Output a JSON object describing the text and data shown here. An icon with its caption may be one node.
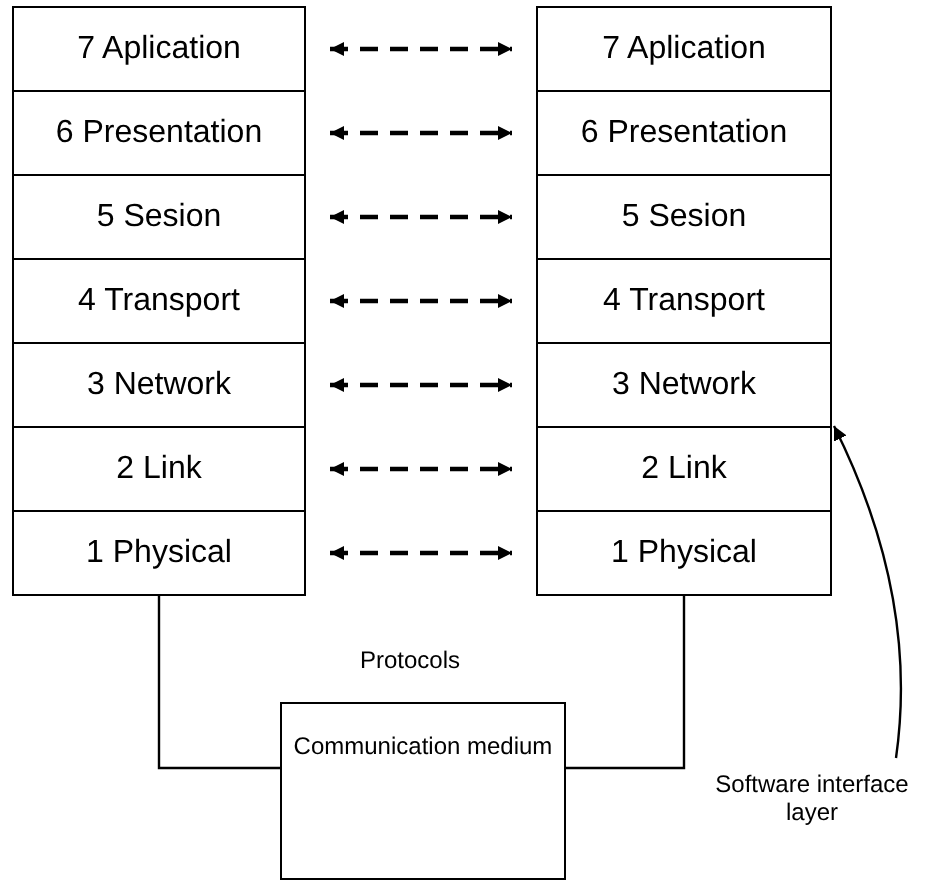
{
  "diagram": {
    "nodes": [
      {
        "text": [
          "7 Aplication"
        ]
      },
      {
        "text": [
          "6 Presentation"
        ]
      },
      {
        "text": [
          "5 Sesion"
        ]
      },
      {
        "text": [
          "4 Transport"
        ]
      },
      {
        "text": [
          "3 Network"
        ]
      },
      {
        "text": [
          "2 Link"
        ]
      },
      {
        "text": [
          "1 Physical"
        ]
      },
      {
        "text": [
          "7 Aplication"
        ]
      },
      {
        "text": [
          "6 Presentation"
        ]
      },
      {
        "text": [
          "5 Sesion"
        ]
      },
      {
        "text": [
          "4 Transport"
        ]
      },
      {
        "text": [
          "3 Network"
        ]
      },
      {
        "text": [
          "2 Link"
        ]
      },
      {
        "text": [
          "1 Physical"
        ]
      },
      {
        "text": [
          "Communication medium"
        ]
      },
      {
        "text": [
          "Software interface layer"
        ]
      }
    ],
    "edges": [
      {
        "from": 0,
        "to": 7,
        "arrow": "both",
        "style": "dashed"
      },
      {
        "from": 1,
        "to": 8,
        "arrow": "both",
        "style": "dashed"
      },
      {
        "from": 2,
        "to": 9,
        "arrow": "both",
        "style": "dashed"
      },
      {
        "from": 3,
        "to": 10,
        "arrow": "both",
        "style": "dashed"
      },
      {
        "from": 4,
        "to": 11,
        "arrow": "both",
        "style": "dashed"
      },
      {
        "from": 5,
        "to": 12,
        "arrow": "both",
        "style": "dashed"
      },
      {
        "from": 6,
        "to": 13,
        "arrow": "both",
        "style": "dashed"
      },
      {
        "from": 6,
        "to": 14,
        "arrow": "none"
      },
      {
        "from": 13,
        "to": 14,
        "arrow": "none"
      },
      {
        "from": 15,
        "to": 11,
        "arrow": "to"
      }
    ],
    "labels": [
      "Protocols"
    ]
  }
}
